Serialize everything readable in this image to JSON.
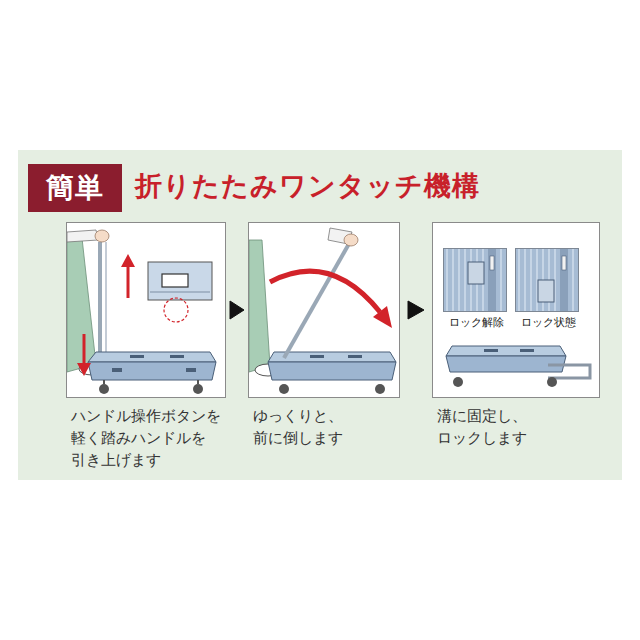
{
  "diagram": {
    "title": "折りたたみワンタッチ機構",
    "nodes": [
      {
        "text": [
          "簡単"
        ]
      },
      {
        "text": [
          "ハンドル操作ボタンを 軽く踏みハンドルを 引き上げます"
        ]
      },
      {
        "text": [
          "ゆっくりと、 前に倒します"
        ]
      },
      {
        "text": [
          "溝に固定し、 ロックします"
        ]
      },
      {
        "text": [
          "ロック解除"
        ],
        "in": 3
      },
      {
        "text": [
          "ロック状態"
        ],
        "in": 3
      }
    ],
    "edges": [
      {
        "from": 1,
        "to": 2,
        "arrow": "to"
      },
      {
        "from": 2,
        "to": 3,
        "arrow": "to"
      }
    ]
  }
}
